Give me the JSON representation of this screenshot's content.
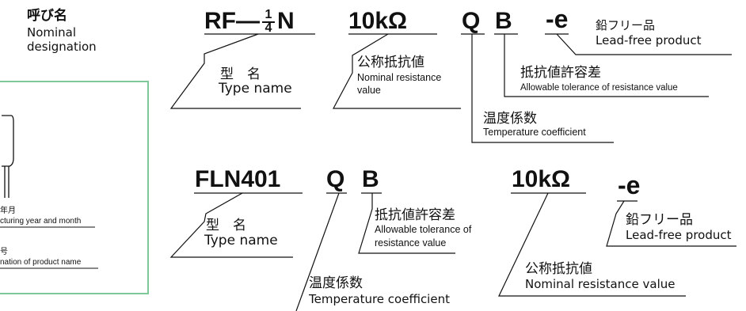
{
  "header": {
    "label_jp": "呼び名",
    "label_en_1": "Nominal",
    "label_en_2": "designation"
  },
  "row1": {
    "type_prefix": "RF—",
    "frac_num": "1",
    "frac_den": "4",
    "type_suffix": "N",
    "resistance": "10kΩ",
    "q": "Q",
    "b": "B",
    "e": "-e",
    "type_name_jp": "型　名",
    "type_name_en": "Type name",
    "nominal_res_jp": "公称抵抗値",
    "nominal_res_en_1": "Nominal resistance",
    "nominal_res_en_2": "value",
    "tolerance_jp": "抵抗値許容差",
    "tolerance_en": "Allowable tolerance of resistance value",
    "temp_jp": "温度係数",
    "temp_en": "Temperature coefficient",
    "leadfree_jp": "鉛フリー品",
    "leadfree_en": "Lead-free product"
  },
  "row2": {
    "type": "FLN401",
    "q": "Q",
    "b": "B",
    "resistance": "10kΩ",
    "e": "-e",
    "type_name_jp": "型　名",
    "type_name_en": "Type name",
    "tolerance_jp": "抵抗値許容差",
    "tolerance_en_1": "Allowable tolerance of",
    "tolerance_en_2": "resistance value",
    "temp_jp": "温度係数",
    "temp_en": "Temperature coefficient",
    "nominal_res_jp": "公称抵抗値",
    "nominal_res_en": "Nominal resistance value",
    "leadfree_jp": "鉛フリー品",
    "leadfree_en": "Lead-free product"
  },
  "panel": {
    "mfg_jp": "年月",
    "mfg_en": "cturing year and month",
    "name_jp": "号",
    "name_en": "nation of product name"
  }
}
